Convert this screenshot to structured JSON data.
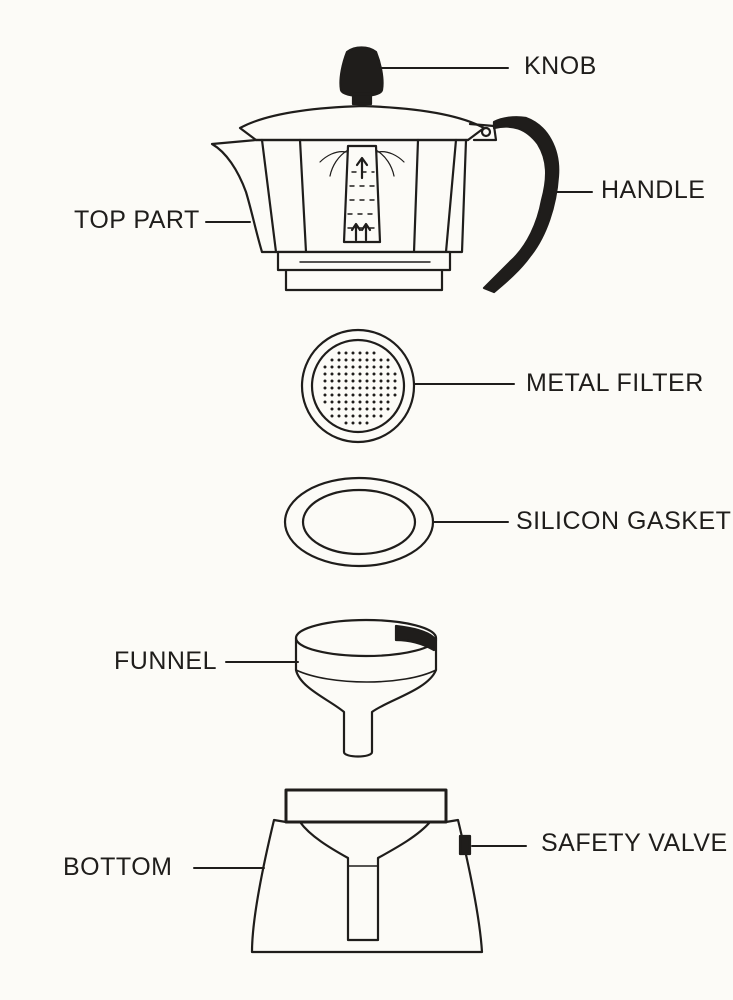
{
  "labels": {
    "knob": "KNOB",
    "handle": "HANDLE",
    "top_part": "TOP PART",
    "metal_filter": "METAL FILTER",
    "silicon_gasket": "SILICON GASKET",
    "funnel": "FUNNEL",
    "safety_valve": "SAFETY VALVE",
    "bottom": "BOTTOM"
  },
  "colors": {
    "ink": "#1f1d1b",
    "paper": "#fcfbf7"
  }
}
